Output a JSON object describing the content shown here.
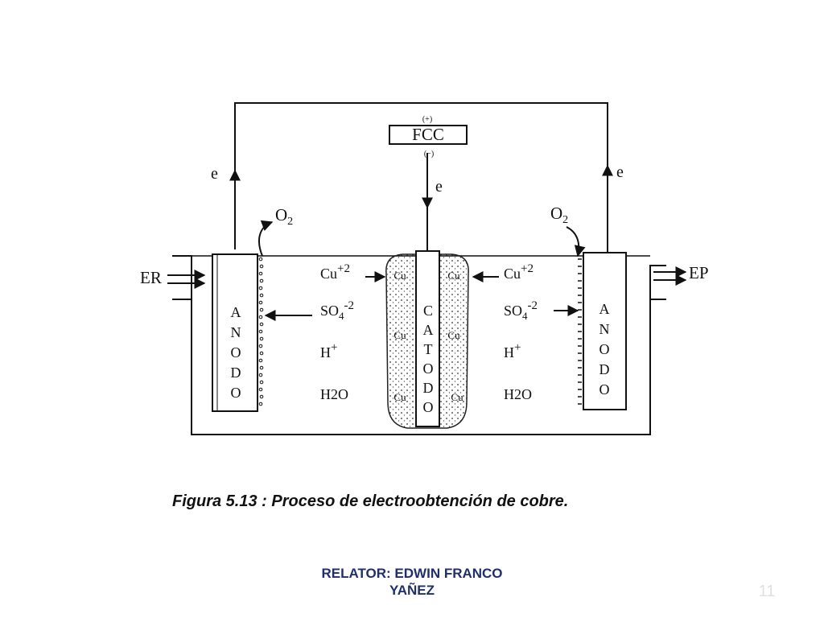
{
  "diagram": {
    "power_supply": {
      "label": "FCC",
      "top_sign": "(+)",
      "bottom_sign": "(−)"
    },
    "electron_labels": {
      "left": "e",
      "center": "e",
      "right": "e"
    },
    "oxygen": {
      "left": "O2",
      "right": "O2"
    },
    "flows": {
      "inlet": "ER",
      "outlet": "EP"
    },
    "anode_letters": [
      "A",
      "N",
      "O",
      "D",
      "O"
    ],
    "cathode_letters": [
      "C",
      "A",
      "T",
      "O",
      "D",
      "O"
    ],
    "ions": [
      "Cu+2",
      "SO4-2",
      "H+",
      "H2O"
    ],
    "deposit_label": "Cu"
  },
  "caption": "Figura 5.13 : Proceso de electroobtención de cobre.",
  "presenter": {
    "line1": "RELATOR: EDWIN FRANCO",
    "line2": "YAÑEZ"
  },
  "page_number": "11"
}
